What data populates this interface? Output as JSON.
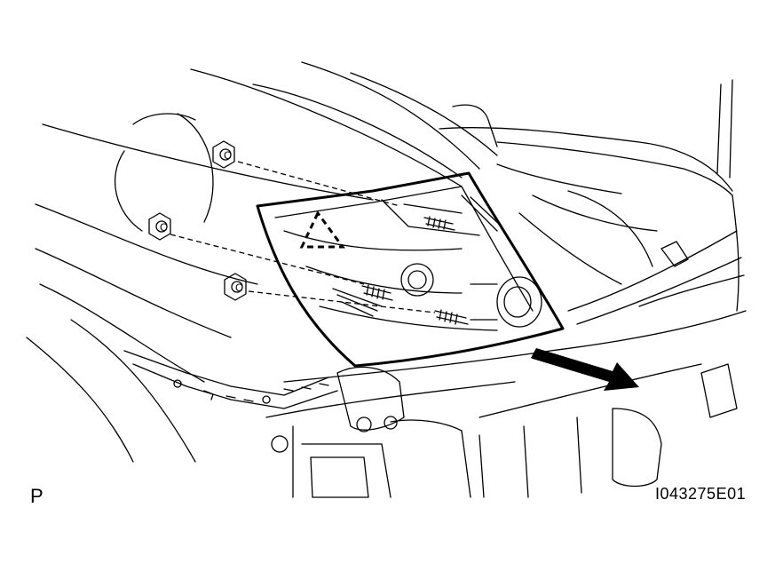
{
  "labels": {
    "view_marker": "P",
    "figure_id": "I043275E01"
  },
  "icons": {
    "nut": "hex-nut-icon",
    "direction": "removal-direction-arrow",
    "pin_symbol": "dashed-triangle-pin-icon"
  },
  "colors": {
    "line": "#000000",
    "background": "#ffffff"
  }
}
